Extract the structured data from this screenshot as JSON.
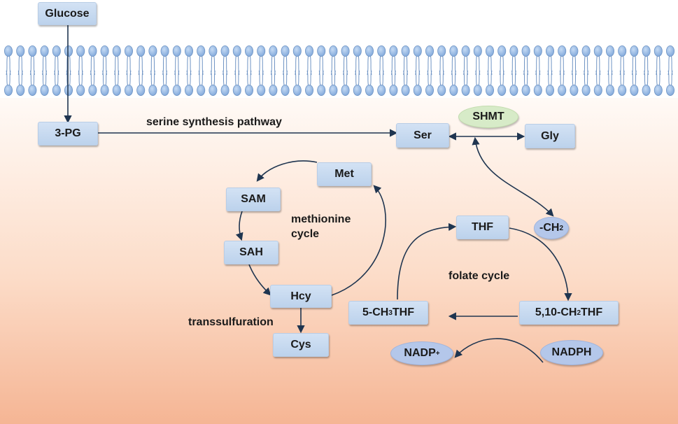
{
  "nodes": {
    "glucose": "Glucose",
    "pg3": "3-PG",
    "ser": "Ser",
    "gly": "Gly",
    "met": "Met",
    "sam": "SAM",
    "sah": "SAH",
    "hcy": "Hcy",
    "cys": "Cys",
    "thf": "THF",
    "ch3thf_prefix": "5-CH",
    "ch3thf_sub": "3",
    "ch3thf_suffix": "THF",
    "ch2thf_prefix": "5,10-CH",
    "ch2thf_sub": "2",
    "ch2thf_suffix": "THF"
  },
  "ellipses": {
    "shmt": "SHMT",
    "ch2_prefix": "-CH",
    "ch2_sub": "2",
    "nadp_base": "NADP",
    "nadp_sup": "+",
    "nadph": "NADPH"
  },
  "labels": {
    "serine_pathway": "serine synthesis pathway",
    "methionine_line1": "methionine",
    "methionine_line2": "cycle",
    "folate_cycle": "folate cycle",
    "transsulfuration": "transsulfuration"
  },
  "colors": {
    "node_fill": "#c7dbf1",
    "ellipse_fill": "#b4c7ea",
    "shmt_fill": "#d7ebc8",
    "arrow": "#1f3550",
    "membrane_blue": "#8fb4e3",
    "background_gradient_bottom": "#f5b99a"
  }
}
